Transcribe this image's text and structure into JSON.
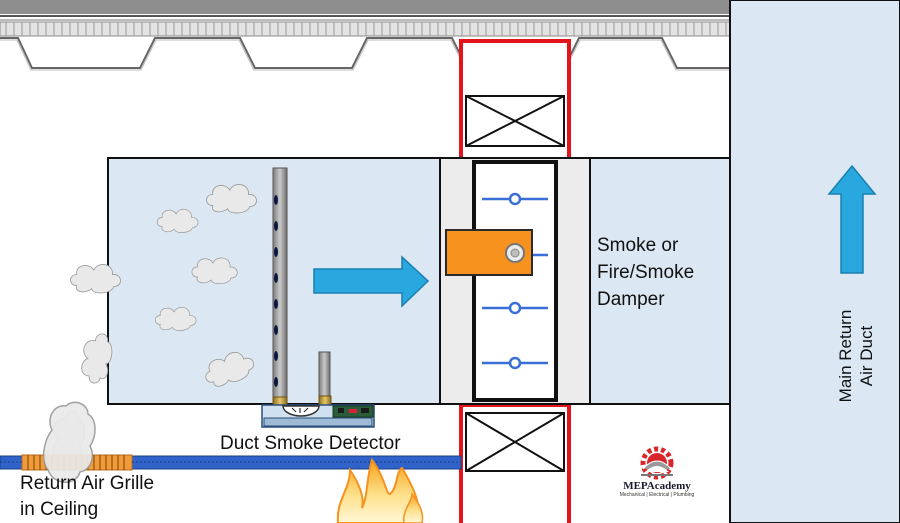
{
  "labels": {
    "damper_line1": "Smoke or",
    "damper_line2": "Fire/Smoke",
    "damper_line3": "Damper",
    "detector": "Duct Smoke Detector",
    "grille_line1": "Return Air Grille",
    "grille_line2": "in Ceiling",
    "main_duct_line1": "Main Return",
    "main_duct_line2": "Air Duct"
  },
  "logo": {
    "name": "MEPAcademy",
    "tagline": "Mechanical | Electrical | Plumbing"
  },
  "colors": {
    "duct_fill": "#dbe8f3",
    "outline": "#111111",
    "fire_wall": "#e3141b",
    "damper_blade": "#3a6fd8",
    "actuator": "#f7921e",
    "airflow_arrow": "#29a8e0",
    "grille": "#2f63c9",
    "grille_accent": "#f29b3a",
    "flame": "#fbb03b"
  },
  "icons": {
    "airflow": "arrow-right-icon",
    "main_duct_flow": "arrow-up-icon",
    "smoke": "cloud-icon",
    "fire": "flame-icon",
    "logo": "gear-icon"
  }
}
